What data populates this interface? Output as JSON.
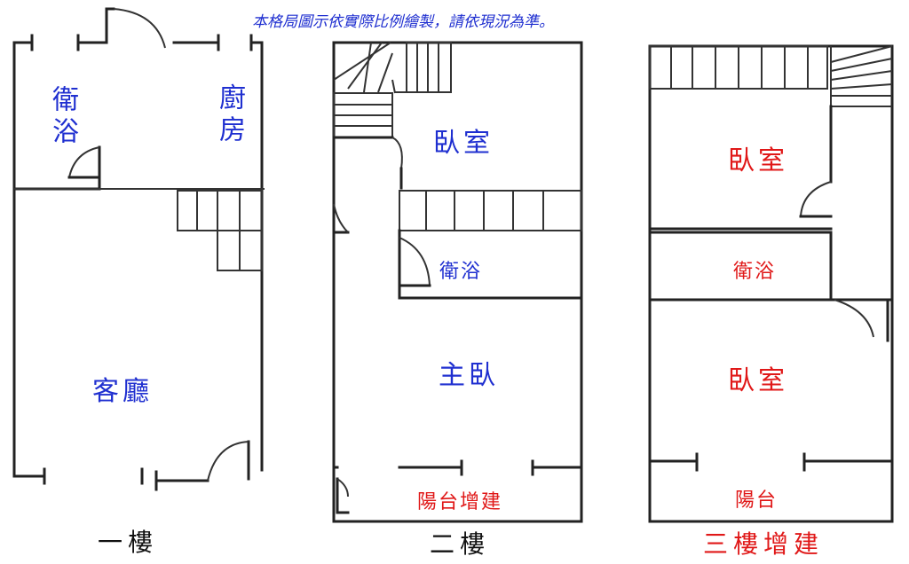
{
  "note": "本格局圖示依實際比例繪製，請依現況為準。",
  "floor1": {
    "title": "一樓",
    "rooms": {
      "bath": "衛浴",
      "kitchen": "廚房",
      "living": "客廳"
    }
  },
  "floor2": {
    "title": "二樓",
    "rooms": {
      "bedroom": "臥室",
      "bath": "衛浴",
      "master": "主臥",
      "balcony": "陽台增建"
    }
  },
  "floor3": {
    "title": "三樓增建",
    "rooms": {
      "bedroom_top": "臥室",
      "bath": "衛浴",
      "bedroom_bottom": "臥室",
      "balcony": "陽台"
    }
  },
  "colors": {
    "blue_label": "#1f2fd0",
    "red_label": "#e01818",
    "wall": "#222222"
  }
}
